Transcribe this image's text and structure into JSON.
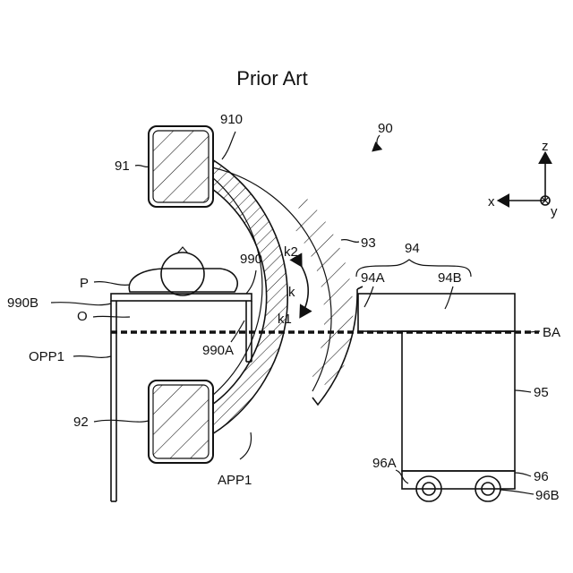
{
  "figure": {
    "title": "Prior Art",
    "labels": {
      "system": "90",
      "c_arm_detector_end": "910",
      "detector": "91",
      "c_arm": "93",
      "base_group": "94",
      "base_upper": "94A",
      "base_lower": "94B",
      "mobile_unit": "95",
      "wheel_assembly": "96",
      "wheel_a": "96A",
      "wheel_b": "96B",
      "source": "92",
      "arm_label": "APP1",
      "table_structure": "990",
      "table_edge": "990B",
      "table_leg": "990A",
      "patient": "P",
      "object": "O",
      "table_support": "OPP1",
      "axis_line": "BA",
      "rotation": "k",
      "rotation_up": "k2",
      "rotation_down": "k1"
    },
    "axes": {
      "x": "x",
      "y": "y",
      "z": "z"
    }
  }
}
